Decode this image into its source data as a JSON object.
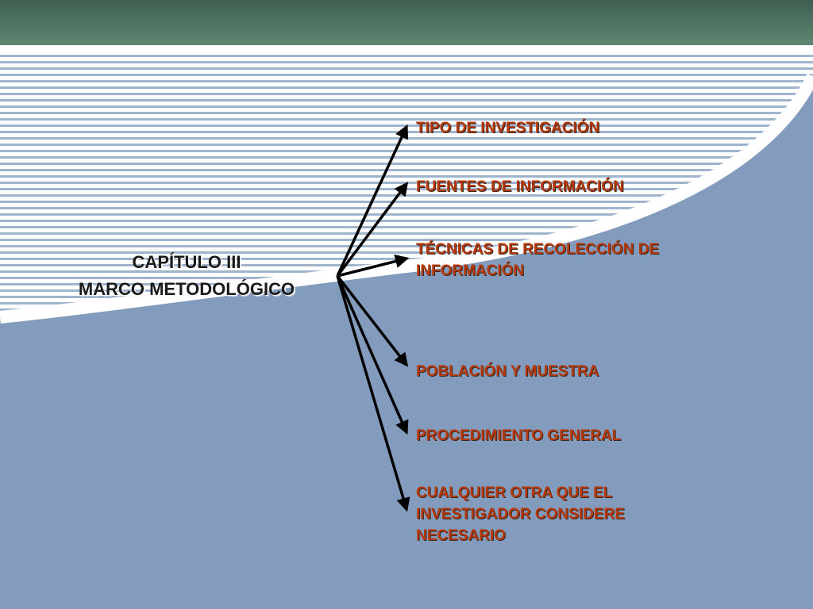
{
  "slide": {
    "title_line1": "CAPÍTULO III",
    "title_line2": "MARCO  METODOLÓGICO",
    "branches": [
      "TIPO DE INVESTIGACIÓN",
      "FUENTES DE INFORMACIÓN",
      "TÉCNICAS DE RECOLECCIÓN DE INFORMACIÓN",
      "POBLACIÓN Y MUESTRA",
      "PROCEDIMIENTO GENERAL",
      "CUALQUIER OTRA QUE EL INVESTIGADOR CONSIDERE NECESARIO"
    ]
  },
  "colors": {
    "header": "#4f7361",
    "background": "#839cbd",
    "branch_text": "#b6380a",
    "arrow": "#000000"
  }
}
